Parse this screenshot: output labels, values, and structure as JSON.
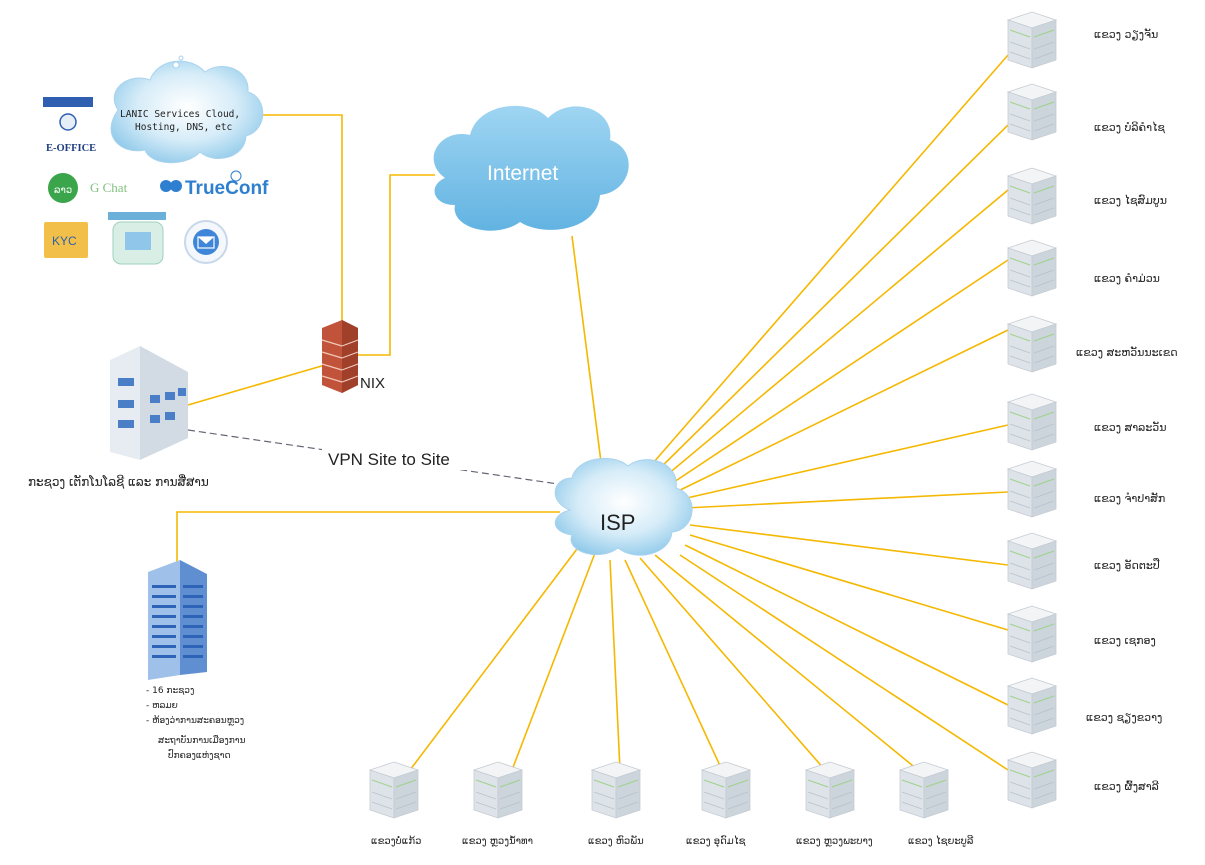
{
  "cloud_internet": "Internet",
  "cloud_isp": "ISP",
  "cloud_lanic": {
    "line1": "LANIC Services Cloud,",
    "line2": "Hosting, DNS, etc"
  },
  "nix": "NIX",
  "vpn": "VPN Site to Site",
  "ministry": "ກະຊວງ ເຕັກໂນໂລຊີ ແລະ ການສື່ສານ",
  "services": {
    "eoffice": "E-OFFICE",
    "lao_app": "ລາວ",
    "gchat": "G Chat",
    "truecon": "TrueConf",
    "kyc": "KYC"
  },
  "gov_list": [
    "- 16 ກະຊວງ",
    "- ຫລມຍ",
    "- ຫ້ອງວ່າການສະຄອນຫຼວງ",
    "ສະຖາບັນການເມືອງການ",
    "ປົກຄອງແຫ່ງຊາດ"
  ],
  "provinces_right": [
    "ແຂວງ ວຽງຈັນ",
    "ແຂວງ ບໍລິຄໍາໄຊ",
    "ແຂວງ ໄຊສົມບູນ",
    "ແຂວງ ຄໍາມ່ວນ",
    "ແຂວງ ສະຫວັນນະເຂດ",
    "ແຂວງ ສາລະວັນ",
    "ແຂວງ ຈໍາປາສັກ",
    "ແຂວງ ອັດຕະປື",
    "ແຂວງ ເຊກອງ",
    "ແຂວງ ຊຽງຂວາງ",
    "ແຂວງ ຜົ້ງສາລີ"
  ],
  "provinces_bottom": [
    "ແຂວງບໍ່ແກ້ວ",
    "ແຂວງ ຫຼວງນໍ້າທາ",
    "ແຂວງ ຫົວພັນ",
    "ແຂວງ ອຸດົມໄຊ",
    "ແຂວງ ຫຼວງພະບາງ",
    "ແຂວງ ໄຊຍະບູລີ"
  ],
  "colors": {
    "link": "#f5b800",
    "cloud_blue": "#8ec9ea",
    "firewall": "#c0533a"
  }
}
